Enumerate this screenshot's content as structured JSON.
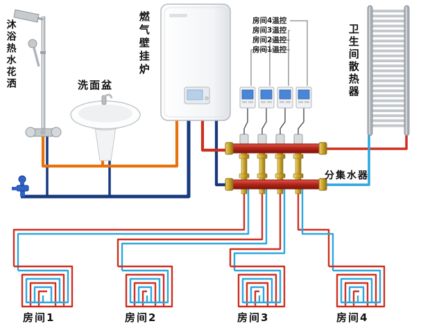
{
  "labels": {
    "shower": "沐浴热水花洒",
    "basin": "洗面盆",
    "boiler": "燃气壁挂炉",
    "radiator": "卫生间散热器",
    "manifold": "分集水器",
    "thermostats": [
      "房间4温控",
      "房间3温控",
      "房间2温控",
      "房间1温控"
    ],
    "rooms": [
      "房间1",
      "房间2",
      "房间3",
      "房间4"
    ]
  },
  "colors": {
    "cold_water": "#16397f",
    "hot_water": "#e8720c",
    "heating_supply": "#cd2f1f",
    "heating_return": "#2aa7de",
    "brass": "#c9a227"
  }
}
